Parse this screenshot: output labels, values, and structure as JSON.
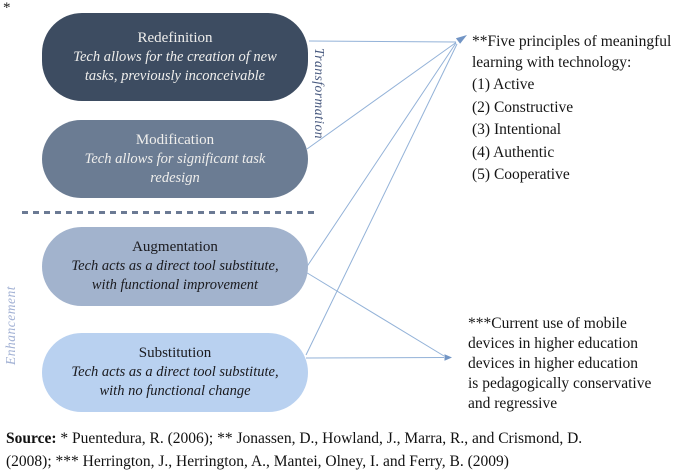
{
  "figure": {
    "marker": "*",
    "boxes": [
      {
        "title": "Redefinition",
        "desc_lines": [
          "Tech allows for the creation of new",
          "tasks, previously inconceivable"
        ],
        "bg": "#3d4c61",
        "text_color": "#efeeec"
      },
      {
        "title": "Modification",
        "desc_lines": [
          "Tech allows for significant task",
          "redesign"
        ],
        "bg": "#6b7c93",
        "text_color": "#efeeec"
      },
      {
        "title": "Augmentation",
        "desc_lines": [
          "Tech acts as a direct tool substitute,",
          "with functional improvement"
        ],
        "bg": "#a2b3cd",
        "text_color": "#1a1a1e"
      },
      {
        "title": "Substitution",
        "desc_lines": [
          "Tech acts as a direct tool substitute,",
          "with no functional change"
        ],
        "bg": "#b9d1f0",
        "text_color": "#1a1a1e"
      }
    ],
    "side_labels": {
      "transformation": "Transformation",
      "enhancement": "Enhancement"
    },
    "annotations": {
      "five_principles": {
        "heading_lines": [
          "**Five principles of meaningful",
          "learning with technology:"
        ],
        "items": [
          "(1) Active",
          "(2) Constructive",
          "(3) Intentional",
          "(4) Authentic",
          "(5) Cooperative"
        ]
      },
      "current_use": {
        "lines": [
          "***Current use of mobile",
          "devices in higher education",
          "devices in higher education",
          "is pedagogically conservative",
          "and regressive"
        ]
      }
    },
    "connections": [
      {
        "from": "Redefinition",
        "to": "five_principles"
      },
      {
        "from": "Modification",
        "to": "five_principles"
      },
      {
        "from": "Augmentation",
        "to": "five_principles"
      },
      {
        "from": "Substitution",
        "to": "five_principles"
      },
      {
        "from": "Augmentation",
        "to": "current_use"
      },
      {
        "from": "Substitution",
        "to": "current_use"
      }
    ],
    "colors": {
      "arrow_line": "#93b2d8",
      "arrow_head": "#7295c5",
      "dashed_divider": "#6b7a94",
      "transformation_label": "#4a5b80",
      "enhancement_label": "#a2b1d4"
    }
  },
  "source": {
    "label": "Source:",
    "line1": "* Puentedura, R. (2006); ** Jonassen, D., Howland, J., Marra, R., and Crismond, D.",
    "line2": "(2008); *** Herrington, J., Herrington, A., Mantei, Olney, I. and Ferry, B. (2009)"
  }
}
